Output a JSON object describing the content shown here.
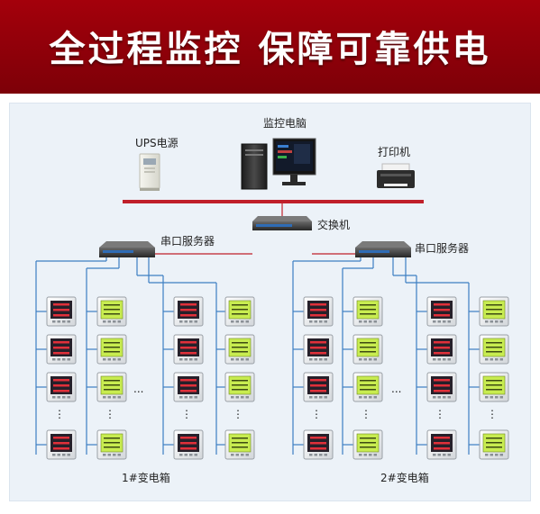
{
  "banner": {
    "title": "全过程监控 保障可靠供电"
  },
  "diagram": {
    "ups_label": "UPS电源",
    "monitor_pc_label": "监控电脑",
    "printer_label": "打印机",
    "switch_label": "交换机",
    "serial_server_left_label": "串口服务器",
    "serial_server_right_label": "串口服务器",
    "box1_label": "1#变电箱",
    "box2_label": "2#变电箱",
    "ellipsis": "...",
    "vdots": "⋮"
  },
  "colors": {
    "banner": "#9a0009",
    "bus_line": "#c0202a",
    "feeder_line": "#3d7fc2",
    "meter_red_screen": "#26202a",
    "meter_lcd_screen": "#c8ec50"
  },
  "icons": {
    "ups": "ups-cabinet-icon",
    "pc": "desktop-computer-icon",
    "printer": "printer-icon",
    "switch": "network-switch-icon",
    "serial_server": "serial-server-icon",
    "meter_red": "led-power-meter-icon",
    "meter_lcd": "lcd-power-meter-icon"
  }
}
